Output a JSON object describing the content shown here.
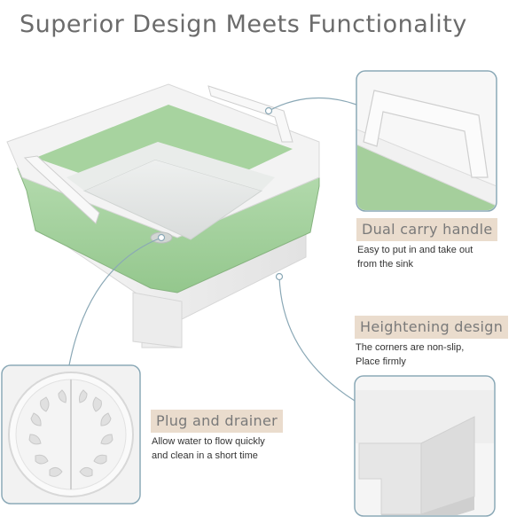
{
  "heading": "Superior Design Meets Functionality",
  "features": [
    {
      "title": "Dual carry handle",
      "lines": [
        "Easy to put in and take out",
        "from the sink"
      ]
    },
    {
      "title": "Heightening design",
      "lines": [
        "The corners are non-slip,",
        "Place firmly"
      ]
    },
    {
      "title": "Plug and drainer",
      "lines": [
        "Allow water to flow quickly",
        "and clean in a short time"
      ]
    }
  ],
  "colors": {
    "basin_green": "#a8d5a2",
    "basin_white": "#f4f4f4",
    "frame_outline": "#7c9fb0",
    "label_bg": "#eadccd"
  }
}
